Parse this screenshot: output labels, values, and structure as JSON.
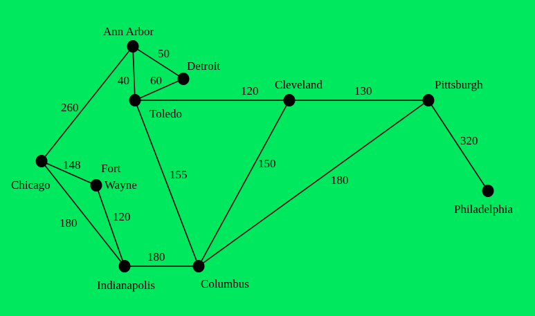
{
  "colors": {
    "background": "#00e85e",
    "ink": "#000000"
  },
  "cities": {
    "ann_arbor": "Ann Arbor",
    "detroit": "Detroit",
    "toledo": "Toledo",
    "cleveland": "Cleveland",
    "pittsburgh": "Pittsburgh",
    "philadelphia": "Philadelphia",
    "chicago": "Chicago",
    "fort_wayne": {
      "line1": "Fort",
      "line2": "Wayne"
    },
    "indianapolis": "Indianapolis",
    "columbus": "Columbus"
  },
  "edges": [
    {
      "from": "ann_arbor",
      "to": "detroit",
      "weight": "50"
    },
    {
      "from": "ann_arbor",
      "to": "toledo",
      "weight": "40"
    },
    {
      "from": "detroit",
      "to": "toledo",
      "weight": "60"
    },
    {
      "from": "ann_arbor",
      "to": "chicago",
      "weight": "260"
    },
    {
      "from": "toledo",
      "to": "cleveland",
      "weight": "120"
    },
    {
      "from": "cleveland",
      "to": "pittsburgh",
      "weight": "130"
    },
    {
      "from": "pittsburgh",
      "to": "philadelphia",
      "weight": "320"
    },
    {
      "from": "chicago",
      "to": "fort_wayne",
      "weight": "148"
    },
    {
      "from": "chicago",
      "to": "indianapolis",
      "weight": "180"
    },
    {
      "from": "fort_wayne",
      "to": "indianapolis",
      "weight": "120"
    },
    {
      "from": "toledo",
      "to": "columbus",
      "weight": "155"
    },
    {
      "from": "cleveland",
      "to": "columbus",
      "weight": "150"
    },
    {
      "from": "pittsburgh",
      "to": "columbus",
      "weight": "180"
    },
    {
      "from": "indianapolis",
      "to": "columbus",
      "weight": "180"
    }
  ]
}
